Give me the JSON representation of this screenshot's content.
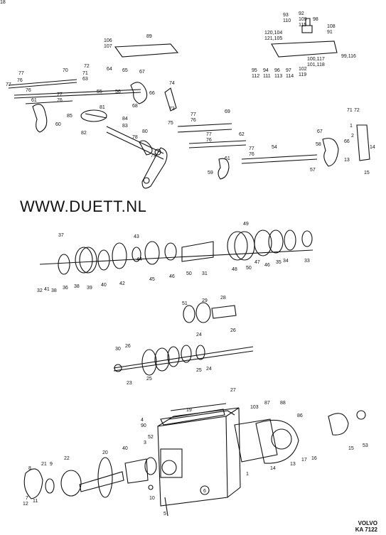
{
  "watermark": "WWW.DUETT.NL",
  "brand": "VOLVO",
  "drawing_code": "KA 7122",
  "ink_color": "#111111",
  "paper_color": "#ffffff",
  "callouts": [
    "106",
    "107",
    "89",
    "93",
    "110",
    "120,104",
    "121,105",
    "92",
    "109",
    "115",
    "98",
    "108",
    "91",
    "99,116",
    "95",
    "112",
    "94",
    "111",
    "96",
    "113",
    "97",
    "114",
    "102",
    "119",
    "100,117",
    "101,118",
    "77",
    "76",
    "70",
    "72",
    "71",
    "63",
    "64",
    "65",
    "67",
    "77",
    "76",
    "56",
    "55",
    "77",
    "76",
    "61",
    "60",
    "66",
    "68",
    "85",
    "81",
    "84",
    "82",
    "83",
    "78",
    "80",
    "79",
    "74",
    "73",
    "75",
    "77",
    "76",
    "69",
    "71",
    "72",
    "1",
    "2",
    "66",
    "14",
    "13",
    "15",
    "67",
    "58",
    "57",
    "62",
    "77",
    "76",
    "77",
    "76",
    "54",
    "61",
    "59",
    "37",
    "43",
    "49",
    "32",
    "41",
    "38",
    "36",
    "38",
    "39",
    "40",
    "42",
    "44",
    "45",
    "46",
    "50",
    "31",
    "48",
    "50",
    "47",
    "46",
    "35",
    "34",
    "33",
    "51",
    "29",
    "28",
    "30",
    "26",
    "25",
    "23",
    "24",
    "25",
    "24",
    "26",
    "27",
    "87",
    "88",
    "19",
    "4",
    "90",
    "103",
    "86",
    "15",
    "53",
    "52",
    "3",
    "40",
    "20",
    "9",
    "22",
    "21",
    "8",
    "7",
    "11",
    "12",
    "10",
    "5",
    "6",
    "1",
    "14",
    "13",
    "17",
    "16",
    "18"
  ]
}
